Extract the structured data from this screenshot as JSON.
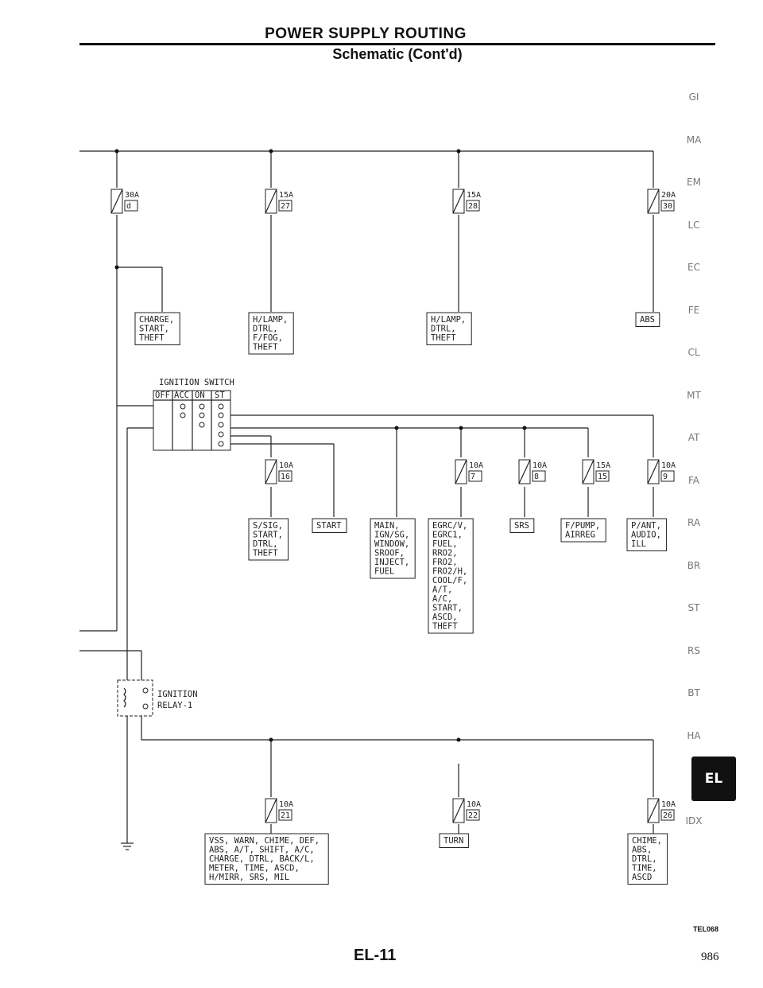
{
  "title": "POWER SUPPLY ROUTING",
  "subtitle": "Schematic (Cont'd)",
  "page_code": "EL-11",
  "page_number": "986",
  "figure_code": "TEL068",
  "section_tabs": [
    "GI",
    "MA",
    "EM",
    "LC",
    "EC",
    "FE",
    "CL",
    "MT",
    "AT",
    "FA",
    "RA",
    "BR",
    "ST",
    "RS",
    "BT",
    "HA",
    "EL",
    "IDX"
  ],
  "active_tab": "EL",
  "top_fuses": [
    {
      "amp": "30A",
      "num": "d"
    },
    {
      "amp": "15A",
      "num": "27"
    },
    {
      "amp": "15A",
      "num": "28"
    },
    {
      "amp": "20A",
      "num": "30"
    }
  ],
  "top_boxes": [
    [
      "CHARGE,",
      "START,",
      "THEFT"
    ],
    [
      "H/LAMP,",
      "DTRL,",
      "F/FOG,",
      "THEFT"
    ],
    [
      "H/LAMP,",
      "DTRL,",
      "THEFT"
    ],
    [
      "ABS"
    ]
  ],
  "ignition_switch": {
    "label": "IGNITION SWITCH",
    "positions": [
      "OFF",
      "ACC",
      "ON",
      "ST"
    ]
  },
  "mid_fuses": [
    {
      "amp": "10A",
      "num": "16"
    },
    {
      "amp": "10A",
      "num": "7"
    },
    {
      "amp": "10A",
      "num": "8"
    },
    {
      "amp": "15A",
      "num": "15"
    },
    {
      "amp": "10A",
      "num": "9"
    }
  ],
  "mid_boxes": [
    [
      "S/SIG,",
      "START,",
      "DTRL,",
      "THEFT"
    ],
    [
      "START"
    ],
    [
      "MAIN,",
      "IGN/SG,",
      "WINDOW,",
      "SROOF,",
      "INJECT,",
      "FUEL"
    ],
    [
      "EGRC/V,",
      "EGRC1,",
      "FUEL,",
      "RRO2,",
      "FRO2,",
      "FRO2/H,",
      "COOL/F,",
      "A/T,",
      "A/C,",
      "START,",
      "ASCD,",
      "THEFT"
    ],
    [
      "SRS"
    ],
    [
      "F/PUMP,",
      "AIRREG"
    ],
    [
      "P/ANT,",
      "AUDIO,",
      "ILL"
    ]
  ],
  "relay_label": [
    "IGNITION",
    "RELAY-1"
  ],
  "bottom_fuses": [
    {
      "amp": "10A",
      "num": "21"
    },
    {
      "amp": "10A",
      "num": "22"
    },
    {
      "amp": "10A",
      "num": "26"
    }
  ],
  "bottom_boxes": [
    [
      "VSS, WARN, CHIME, DEF,",
      "ABS, A/T, SHIFT, A/C,",
      "CHARGE, DTRL, BACK/L,",
      "METER, TIME, ASCD,",
      "H/MIRR, SRS, MIL"
    ],
    [
      "TURN"
    ],
    [
      "CHIME,",
      "ABS,",
      "DTRL,",
      "TIME,",
      "ASCD"
    ]
  ]
}
